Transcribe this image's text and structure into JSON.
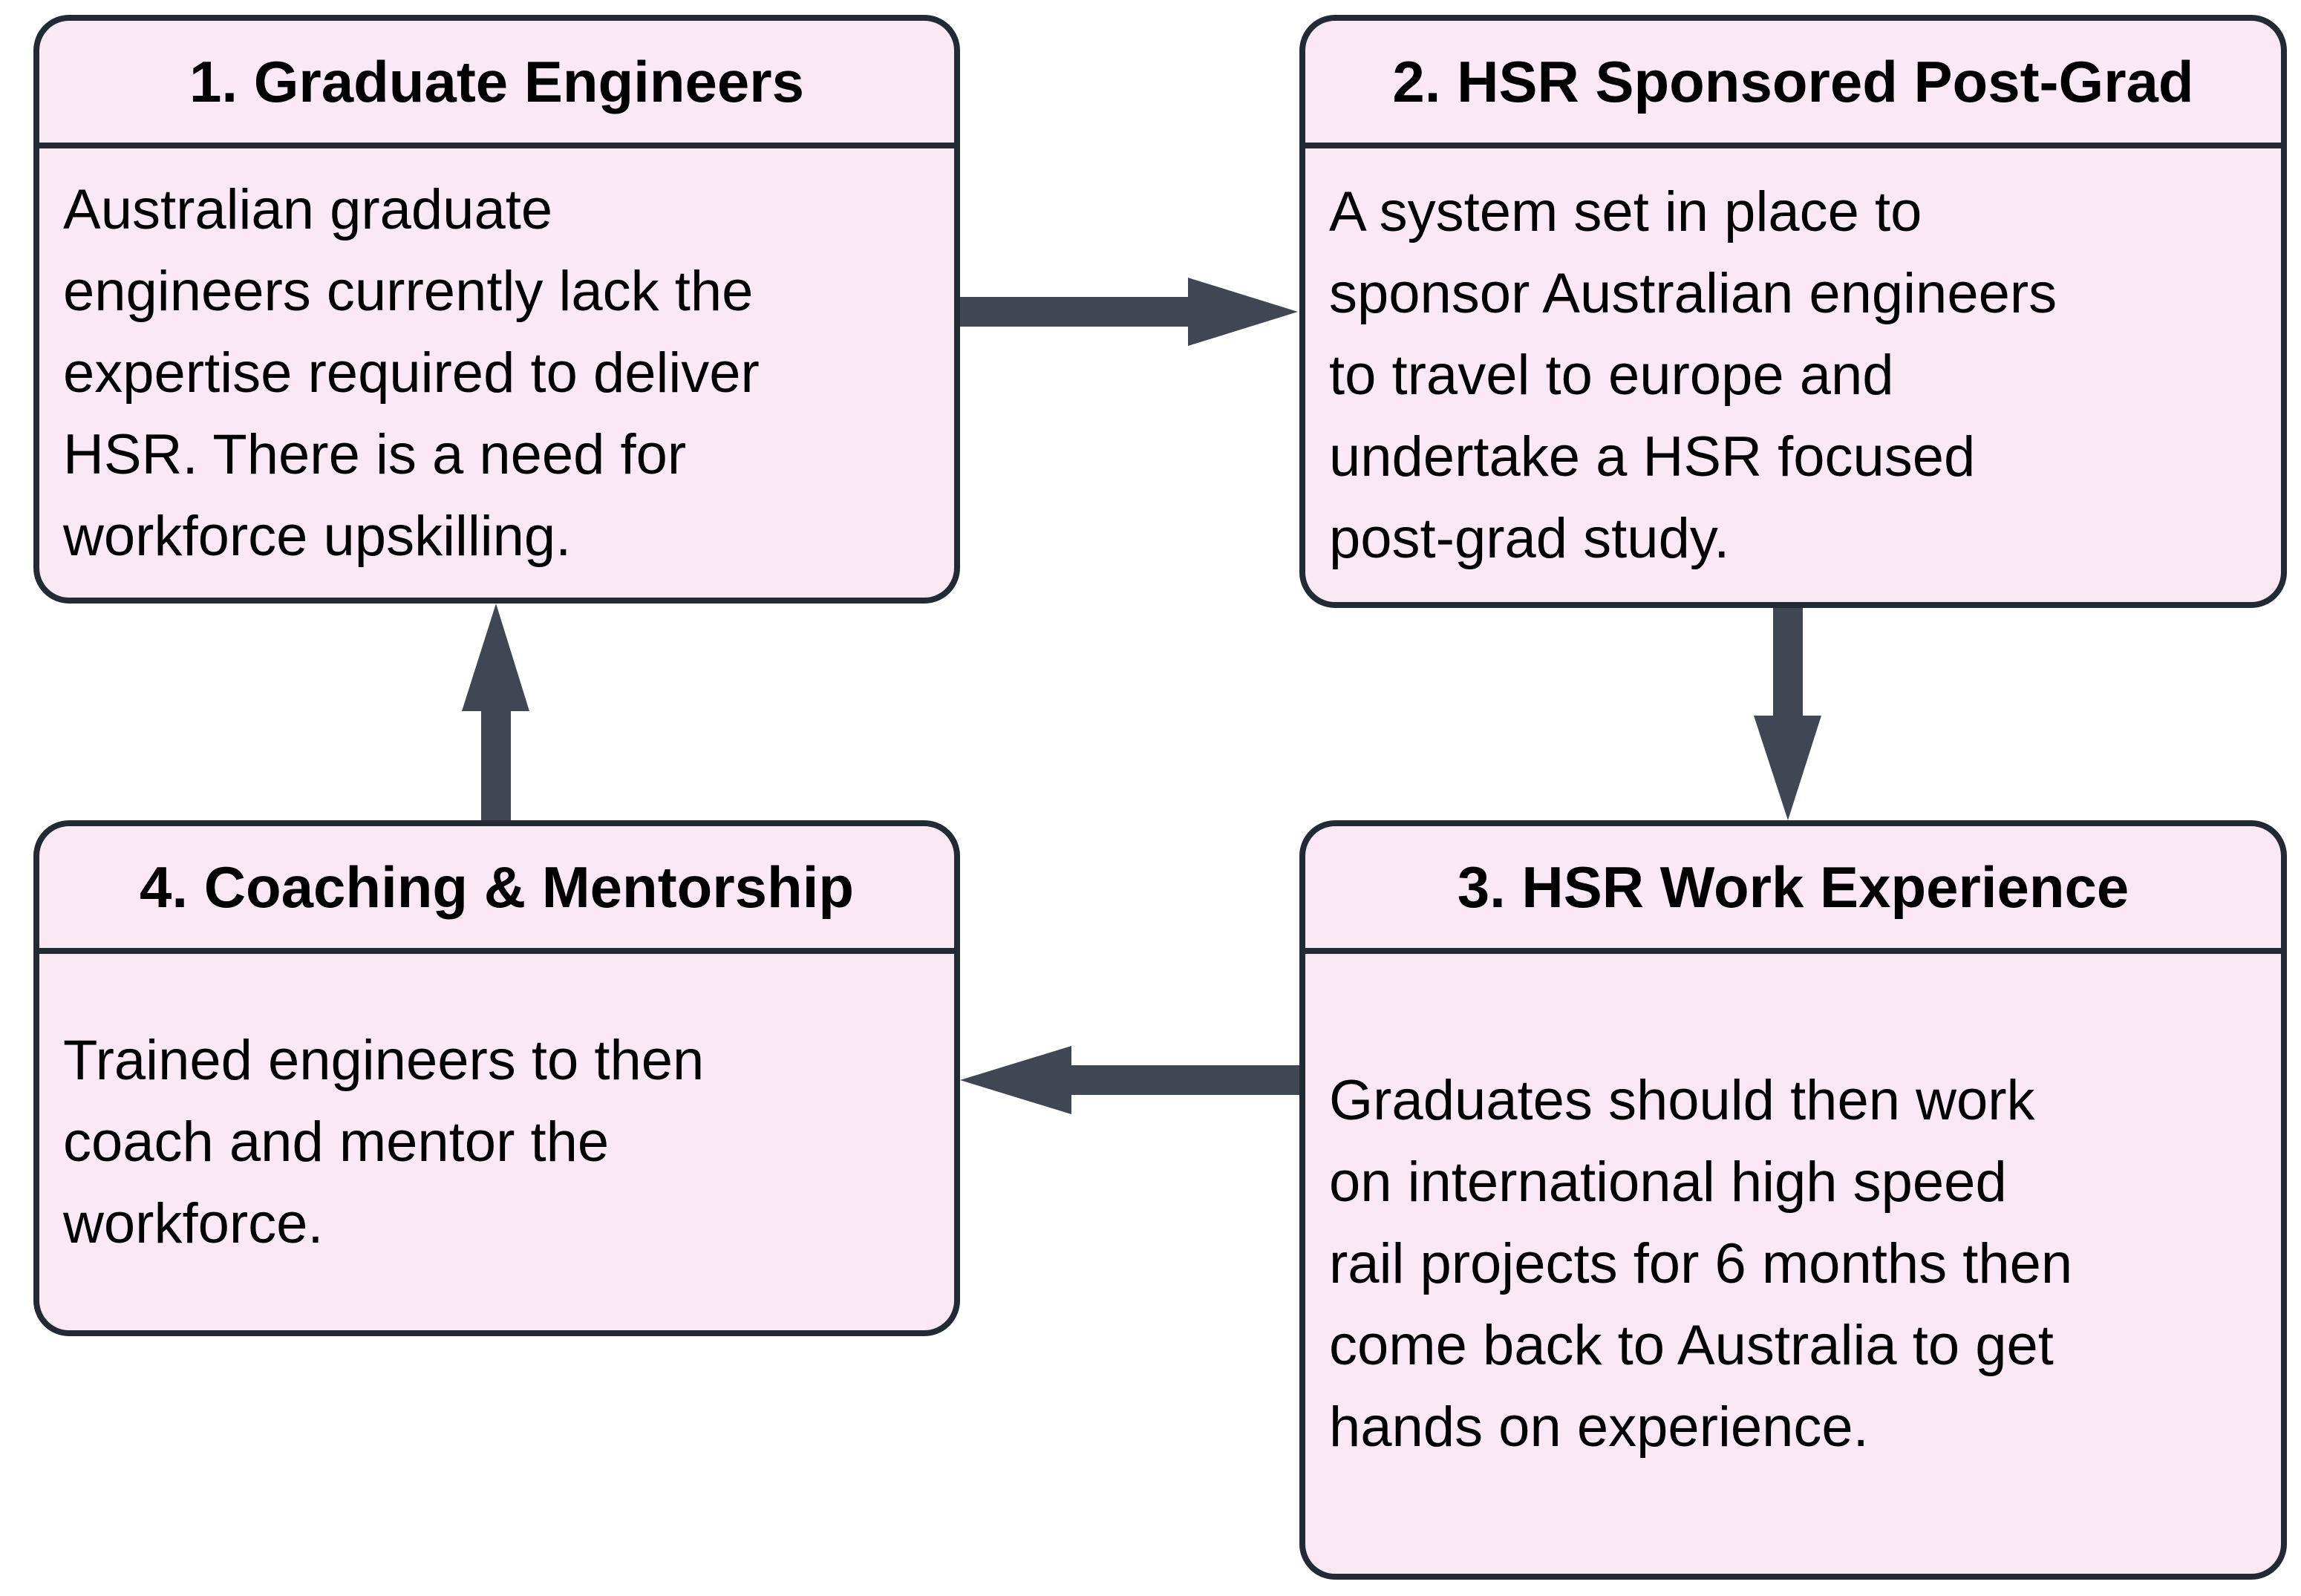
{
  "diagram": {
    "type": "cycle-flowchart",
    "colors": {
      "background": "#ffffff",
      "node_fill": "#fae8f5",
      "node_border": "#212a35",
      "arrow": "#3e4753",
      "text": "#000000"
    },
    "nodes": [
      {
        "id": "graduate-engineers",
        "title": "1. Graduate Engineers",
        "body": "Australian graduate\nengineers currently lack the\nexpertise required to deliver\nHSR. There is a need for\nworkforce upskilling."
      },
      {
        "id": "hsr-sponsored-post-grad",
        "title": "2. HSR Sponsored Post-Grad",
        "body": "A system set in place to\nsponsor Australian engineers\nto travel to europe and\nundertake a HSR focused\npost-grad study."
      },
      {
        "id": "hsr-work-experience",
        "title": "3. HSR Work Experience",
        "body": "Graduates should then work\non international high speed\nrail projects for 6 months then\ncome back to Australia to get\nhands on experience."
      },
      {
        "id": "coaching-mentorship",
        "title": "4. Coaching & Mentorship",
        "body": "Trained engineers to then\ncoach and mentor the\nworkforce."
      }
    ],
    "edges": [
      {
        "from": "graduate-engineers",
        "to": "hsr-sponsored-post-grad",
        "direction": "right"
      },
      {
        "from": "hsr-sponsored-post-grad",
        "to": "hsr-work-experience",
        "direction": "down"
      },
      {
        "from": "hsr-work-experience",
        "to": "coaching-mentorship",
        "direction": "left"
      },
      {
        "from": "coaching-mentorship",
        "to": "graduate-engineers",
        "direction": "up"
      }
    ]
  }
}
